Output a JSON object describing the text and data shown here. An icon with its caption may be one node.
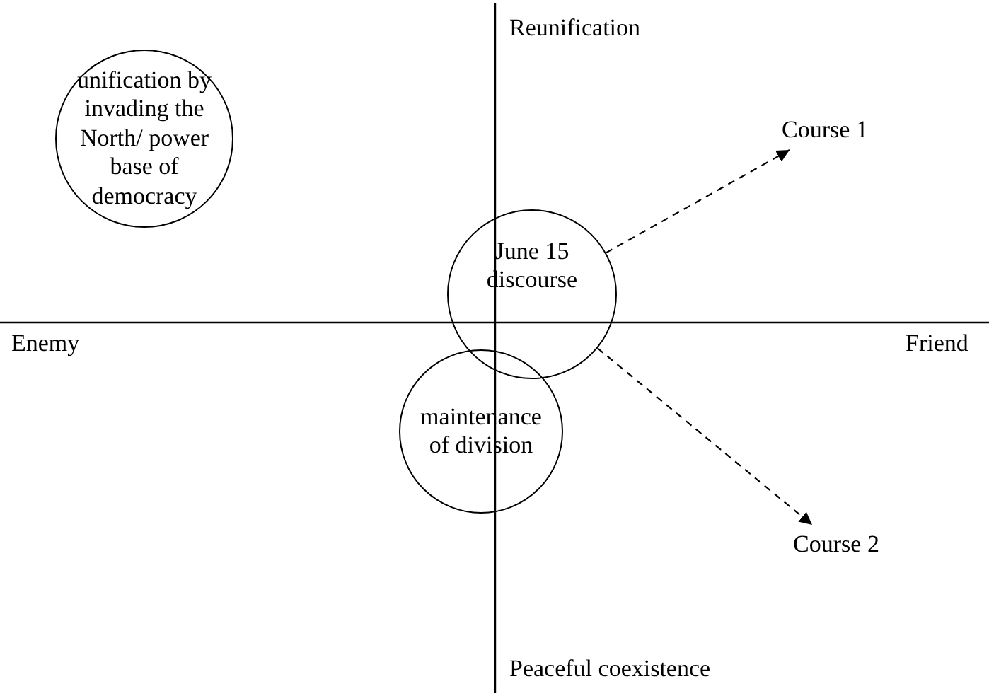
{
  "diagram": {
    "nodes": [
      {
        "text": [
          "unification by invading the North/ power base of democracy"
        ]
      },
      {
        "text": [
          "June 15 discourse"
        ]
      },
      {
        "text": [
          "maintenance of division"
        ]
      },
      {
        "text": [
          "Course 1"
        ]
      },
      {
        "text": [
          "Course 2"
        ]
      }
    ],
    "edges": [
      {
        "from": 1,
        "to": 3,
        "arrow": "to",
        "style": "dashed"
      },
      {
        "from": 1,
        "to": 4,
        "arrow": "to",
        "style": "dashed"
      }
    ],
    "labels": [
      "Reunification",
      "Enemy",
      "Friend",
      "Peaceful coexistence"
    ]
  }
}
